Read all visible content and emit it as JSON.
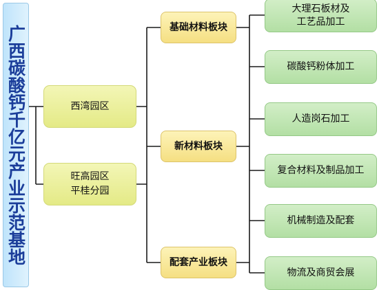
{
  "title": "广西碳酸钙千亿元产业示范基地",
  "parks": [
    {
      "line1": "西湾园区",
      "line2": ""
    },
    {
      "line1": "旺高园区",
      "line2": "平桂分园"
    }
  ],
  "sectors": [
    "基础材料板块",
    "新材料板块",
    "配套产业板块"
  ],
  "industries": [
    {
      "line1": "大理石板材及",
      "line2": "工艺品加工"
    },
    {
      "line1": "碳酸钙粉体加工",
      "line2": ""
    },
    {
      "line1": "人造岗石加工",
      "line2": ""
    },
    {
      "line1": "复合材料及制品加工",
      "line2": ""
    },
    {
      "line1": "机械制造及配套",
      "line2": ""
    },
    {
      "line1": "物流及商贸会展",
      "line2": ""
    }
  ]
}
